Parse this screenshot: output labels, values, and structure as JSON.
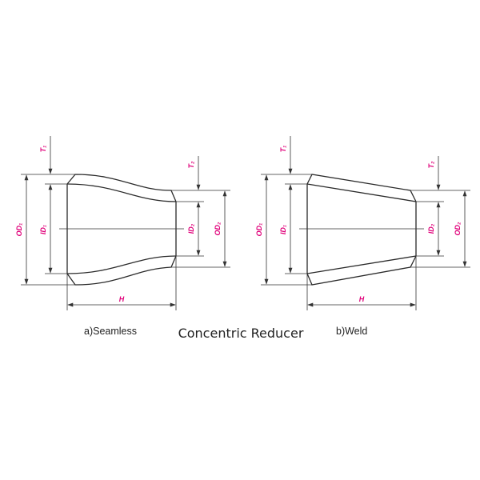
{
  "title": "Concentric Reducer",
  "captions": {
    "seamless": "a)Seamless",
    "weld": "b)Weld"
  },
  "labels": {
    "t1": "T₁",
    "t2": "T₂",
    "od1": "OD₁",
    "id1": "ID₁",
    "id2": "ID₂",
    "od2": "OD₂",
    "h": "H"
  },
  "colors": {
    "label": "#e0007a",
    "line": "#2a2a2a"
  }
}
